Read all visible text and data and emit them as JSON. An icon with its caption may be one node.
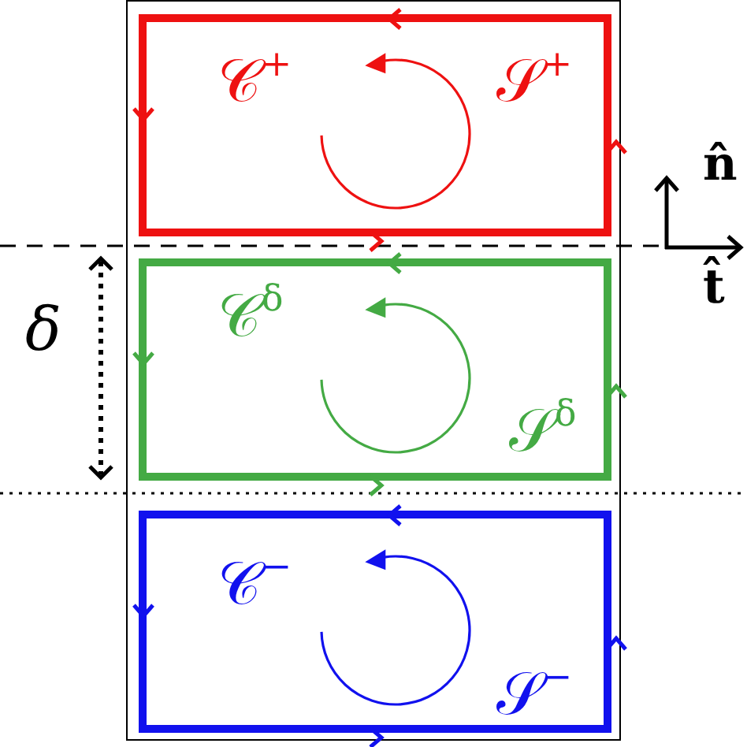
{
  "diagram": {
    "nodes": [
      {
        "text": [],
        "shape": "box"
      },
      {
        "text": [
          "𝒞$^{+}$",
          "𝒮$^{+}$"
        ],
        "in": 0
      },
      {
        "text": [
          "𝒞$^{δ}$",
          "𝒮$^{δ}$"
        ],
        "in": 0
      },
      {
        "text": [
          "𝒞$^{−}$",
          "𝒮$^{−}$"
        ],
        "in": 0
      }
    ],
    "labels": [
      "δ",
      "n̂",
      "t̂"
    ]
  }
}
